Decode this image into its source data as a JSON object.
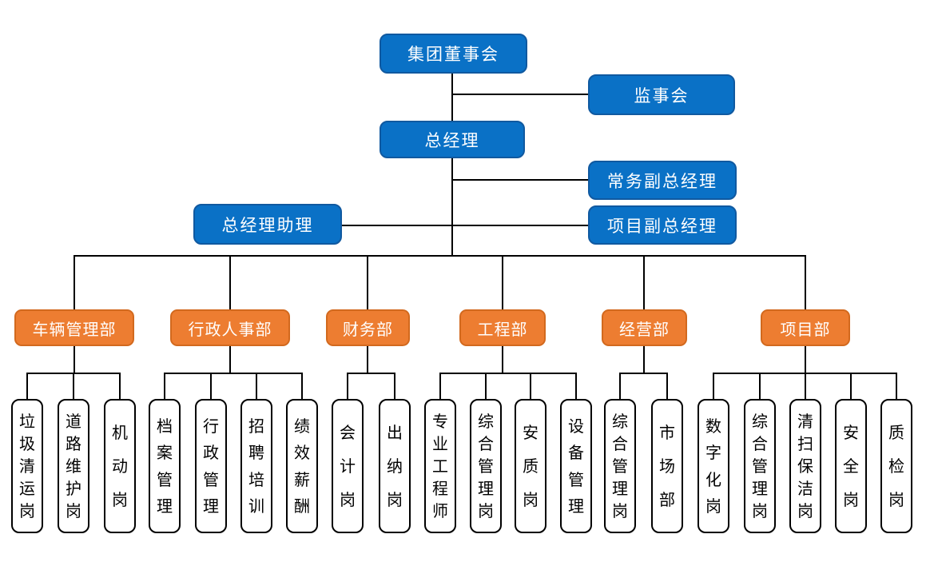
{
  "nodes": {
    "board": "集团董事会",
    "supervisory_board": "监事会",
    "general_manager": "总经理",
    "executive_deputy_gm": "常务副总经理",
    "gm_assistant": "总经理助理",
    "project_deputy_gm": "项目副总经理"
  },
  "departments": [
    {
      "label": "车辆管理部",
      "posts": [
        "垃圾清运岗",
        "道路维护岗",
        "机动岗"
      ]
    },
    {
      "label": "行政人事部",
      "posts": [
        "档案管理",
        "行政管理",
        "招聘培训",
        "绩效薪酬"
      ]
    },
    {
      "label": "财务部",
      "posts": [
        "会计岗",
        "出纳岗"
      ]
    },
    {
      "label": "工程部",
      "posts": [
        "专业工程师",
        "综合管理岗",
        "安质岗",
        "设备管理"
      ]
    },
    {
      "label": "经营部",
      "posts": [
        "综合管理岗",
        "市场部"
      ]
    },
    {
      "label": "项目部",
      "posts": [
        "数字化岗",
        "综合管理岗",
        "清扫保洁岗",
        "安全岗",
        "质检岗"
      ]
    }
  ],
  "colors": {
    "blue_fill": "#0A71C6",
    "blue_border": "#1059A0",
    "orange_fill": "#ED7D31",
    "orange_border": "#D2691E",
    "post_fill": "#FFFFFF",
    "post_border": "#000000",
    "line": "#000000",
    "text_on_color": "#FFFFFF",
    "text_on_white": "#000000"
  }
}
